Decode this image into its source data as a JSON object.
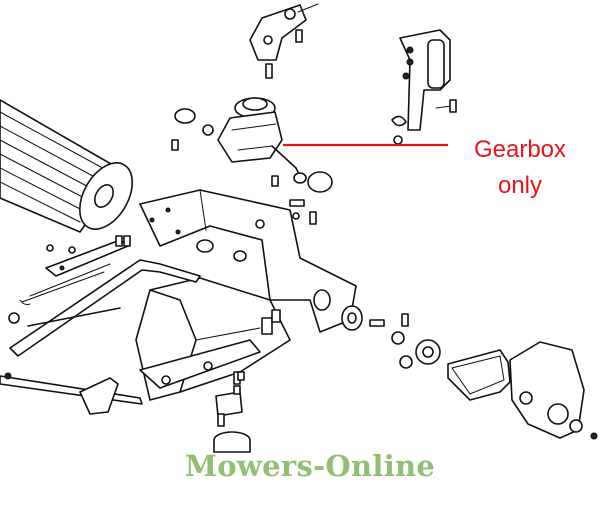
{
  "callout": {
    "label": "Gearbox\nonly",
    "color": "#e8141b"
  },
  "watermark": {
    "text": "Mowers-Online",
    "color": "#7fb55a"
  },
  "diagram": {
    "subject": "lawn mower exploded parts diagram",
    "highlighted_part": "gearbox"
  }
}
